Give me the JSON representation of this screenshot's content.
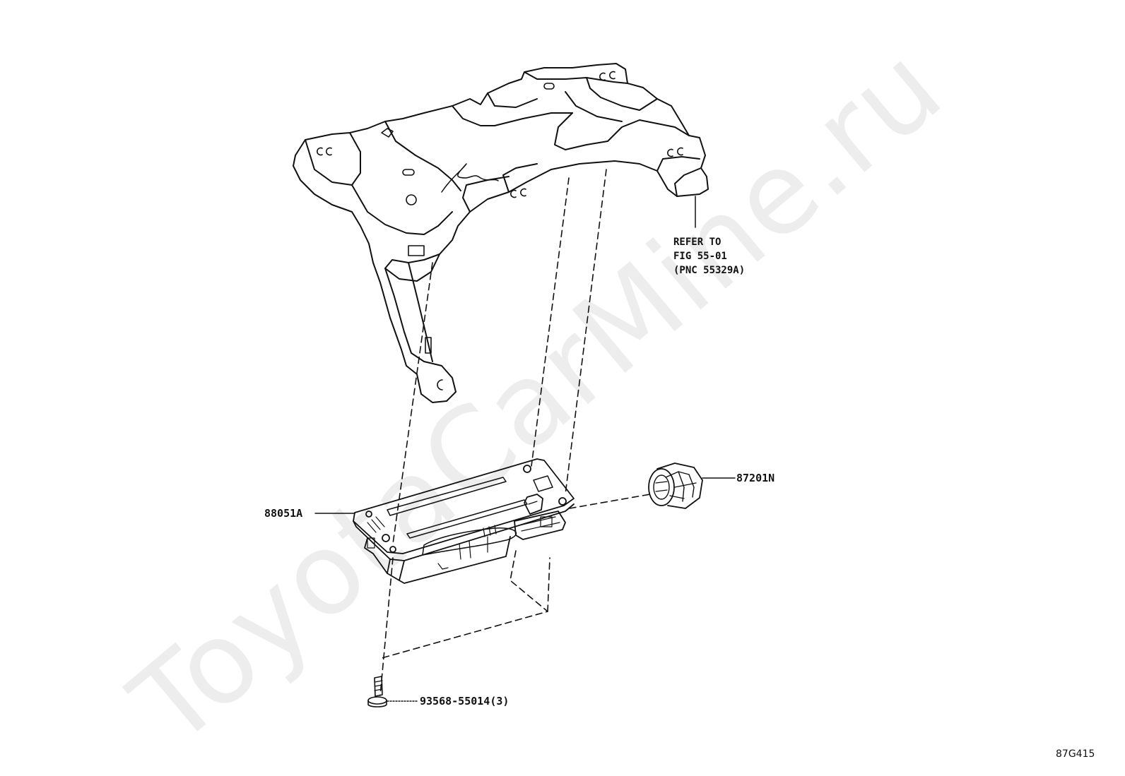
{
  "watermark": "ToyotaCarMine.ru",
  "callouts": {
    "bracket_ref": [
      "REFER TO",
      "FIG 55-01",
      "(PNC 55329A)"
    ],
    "computer": "88051A",
    "plug": "87201N",
    "screw": "93568-55014(3)"
  },
  "figure_id": "87G415"
}
